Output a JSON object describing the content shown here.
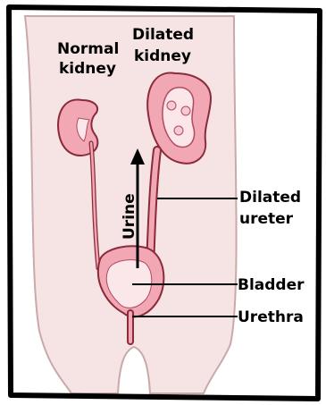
{
  "labels": {
    "normal_kidney_line1": "Normal",
    "normal_kidney_line2": "kidney",
    "dilated_kidney_line1": "Dilated",
    "dilated_kidney_line2": "kidney",
    "dilated_ureter_line1": "Dilated",
    "dilated_ureter_line2": "ureter",
    "bladder": "Bladder",
    "urethra": "Urethra",
    "flow": "Urine"
  },
  "colors": {
    "skin": "#f6e3e3",
    "organ": "#f2a7b4",
    "organ_outline": "#8a2a3a",
    "organ_light": "#fbe6ea",
    "frame": "#000000"
  }
}
